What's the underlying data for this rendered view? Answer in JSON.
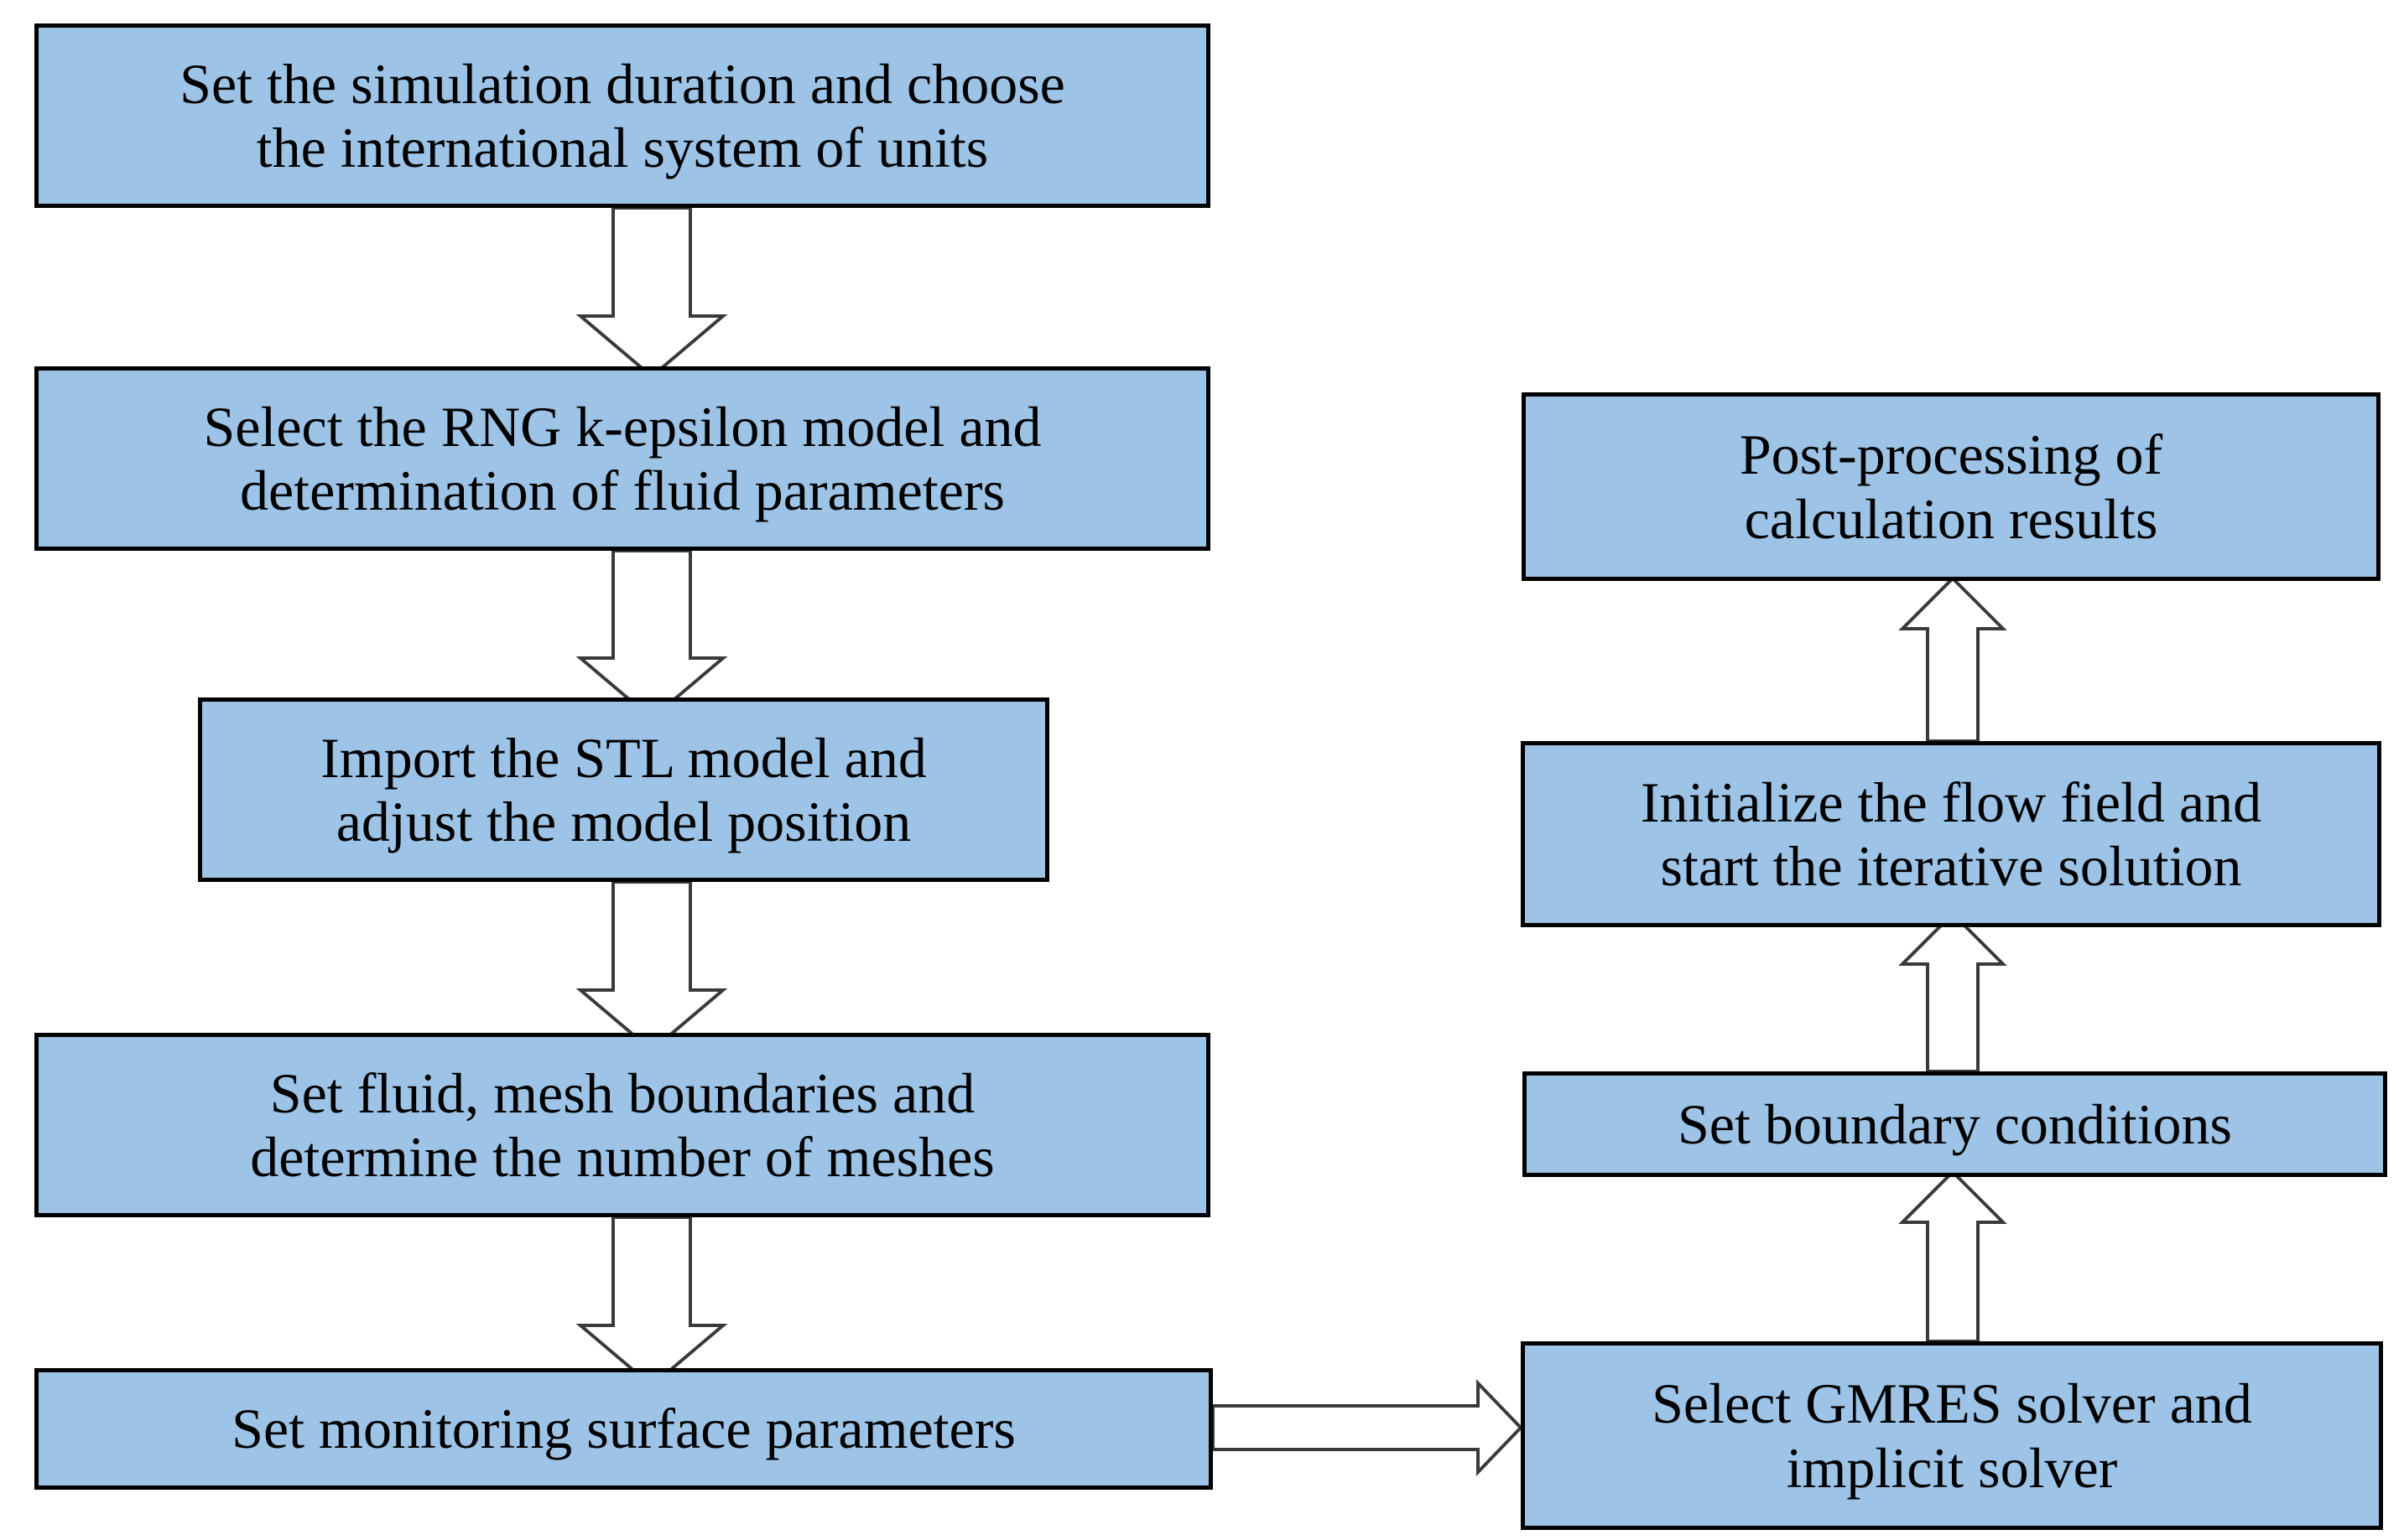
{
  "diagram": {
    "title": "CFD simulation workflow flowchart",
    "type": "flowchart",
    "colors": {
      "node_fill": "#9DC3E6",
      "node_border": "#000000",
      "arrow_fill": "#FFFFFF",
      "arrow_stroke": "#3A3A3A",
      "background": "#FFFFFF",
      "text": "#000000"
    },
    "nodes": [
      {
        "id": "set-duration-units",
        "label": "Set the simulation duration and choose\nthe international system of units",
        "column": "left",
        "order": 1
      },
      {
        "id": "select-rng-model",
        "label": "Select the RNG k-epsilon model and\ndetermination of fluid parameters",
        "column": "left",
        "order": 2
      },
      {
        "id": "import-stl-model",
        "label": "Import the STL model and\nadjust the model position",
        "column": "left",
        "order": 3
      },
      {
        "id": "set-fluid-mesh",
        "label": "Set fluid, mesh boundaries and\ndetermine the number of meshes",
        "column": "left",
        "order": 4
      },
      {
        "id": "set-monitoring-surface",
        "label": "Set monitoring surface parameters",
        "column": "left",
        "order": 5
      },
      {
        "id": "select-gmres-solver",
        "label": "Select GMRES solver and\nimplicit solver",
        "column": "right",
        "order": 6
      },
      {
        "id": "set-boundary-conditions",
        "label": "Set boundary conditions",
        "column": "right",
        "order": 7
      },
      {
        "id": "initialize-flow-field",
        "label": "Initialize the flow field and\nstart the iterative solution",
        "column": "right",
        "order": 8
      },
      {
        "id": "post-processing",
        "label": "Post-processing of\ncalculation results",
        "column": "right",
        "order": 9
      }
    ],
    "connectors": [
      {
        "id": "c1",
        "from": "set-duration-units",
        "to": "select-rng-model",
        "direction": "down"
      },
      {
        "id": "c2",
        "from": "select-rng-model",
        "to": "import-stl-model",
        "direction": "down"
      },
      {
        "id": "c3",
        "from": "import-stl-model",
        "to": "set-fluid-mesh",
        "direction": "down"
      },
      {
        "id": "c4",
        "from": "set-fluid-mesh",
        "to": "set-monitoring-surface",
        "direction": "down"
      },
      {
        "id": "c5",
        "from": "set-monitoring-surface",
        "to": "select-gmres-solver",
        "direction": "right"
      },
      {
        "id": "c6",
        "from": "select-gmres-solver",
        "to": "set-boundary-conditions",
        "direction": "up"
      },
      {
        "id": "c7",
        "from": "set-boundary-conditions",
        "to": "initialize-flow-field",
        "direction": "up"
      },
      {
        "id": "c8",
        "from": "initialize-flow-field",
        "to": "post-processing",
        "direction": "up"
      }
    ]
  }
}
